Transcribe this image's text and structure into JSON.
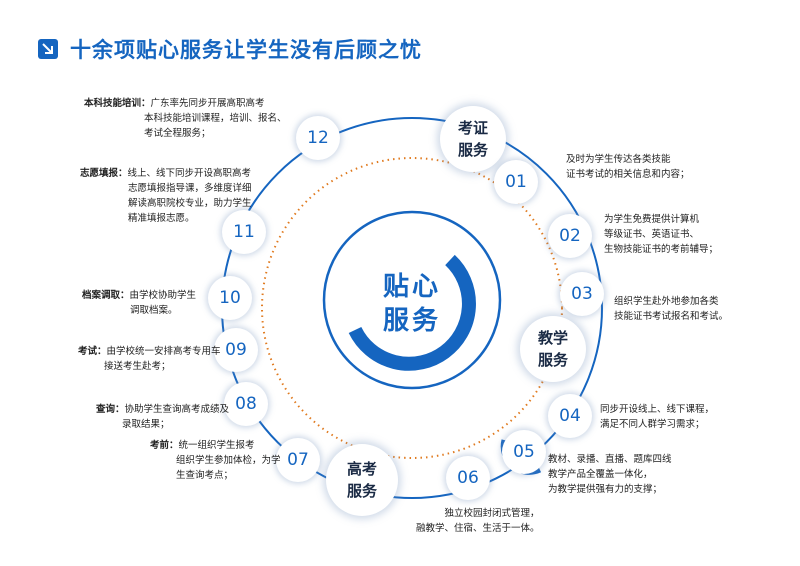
{
  "title": "十余项贴心服务让学生没有后顾之忧",
  "center": {
    "line1": "贴心",
    "line2": "服务"
  },
  "majors": {
    "exam_cert": {
      "line1": "考证",
      "line2": "服务"
    },
    "teaching": {
      "line1": "教学",
      "line2": "服务"
    },
    "gaokao": {
      "line1": "高考",
      "line2": "服务"
    }
  },
  "nodes": [
    "01",
    "02",
    "03",
    "04",
    "05",
    "06",
    "07",
    "08",
    "09",
    "10",
    "11",
    "12"
  ],
  "notes": {
    "n01": [
      "及时为学生传达各类技能",
      "证书考试的相关信息和内容；"
    ],
    "n02": [
      "为学生免费提供计算机",
      "等级证书、英语证书、",
      "生物技能证书的考前辅导；"
    ],
    "n03": [
      "组织学生赴外地参加各类",
      "技能证书考试报名和考试。"
    ],
    "n04": [
      "同步开设线上、线下课程，",
      "满足不同人群学习需求；"
    ],
    "n05": [
      "教材、录播、直播、题库四线",
      "教学产品全覆盖一体化，",
      "为教学提供强有力的支撑；"
    ],
    "n06": [
      "独立校园封闭式管理，",
      "融教学、住宿、生活于一体。"
    ],
    "n07": {
      "label": "考前：",
      "lines": [
        "统一组织学生报考",
        "组织学生参加体检，为学",
        "生查询考点；"
      ]
    },
    "n08": {
      "label": "查询：",
      "lines": [
        "协助学生查询高考成绩及",
        "录取结果；"
      ]
    },
    "n09": {
      "label": "考试：",
      "lines": [
        "由学校统一安排高考专用车",
        "接送考生赴考；"
      ]
    },
    "n10": {
      "label": "档案调取：",
      "lines": [
        "由学校协助学生",
        "调取档案。"
      ]
    },
    "n11": {
      "label": "志愿填报：",
      "lines": [
        "线上、线下同步开设高职高考",
        "志愿填报指导课，多维度详细",
        "解读高职院校专业，助力学生",
        "精准填报志愿。"
      ]
    },
    "n12": {
      "label": "本科技能培训：",
      "lines": [
        "广东率先同步开展高职高考",
        "本科技能培训课程，培训、报名、",
        "考试全程服务；"
      ]
    }
  },
  "colors": {
    "accent": "#1565c0",
    "orange": "#e07a1f"
  }
}
